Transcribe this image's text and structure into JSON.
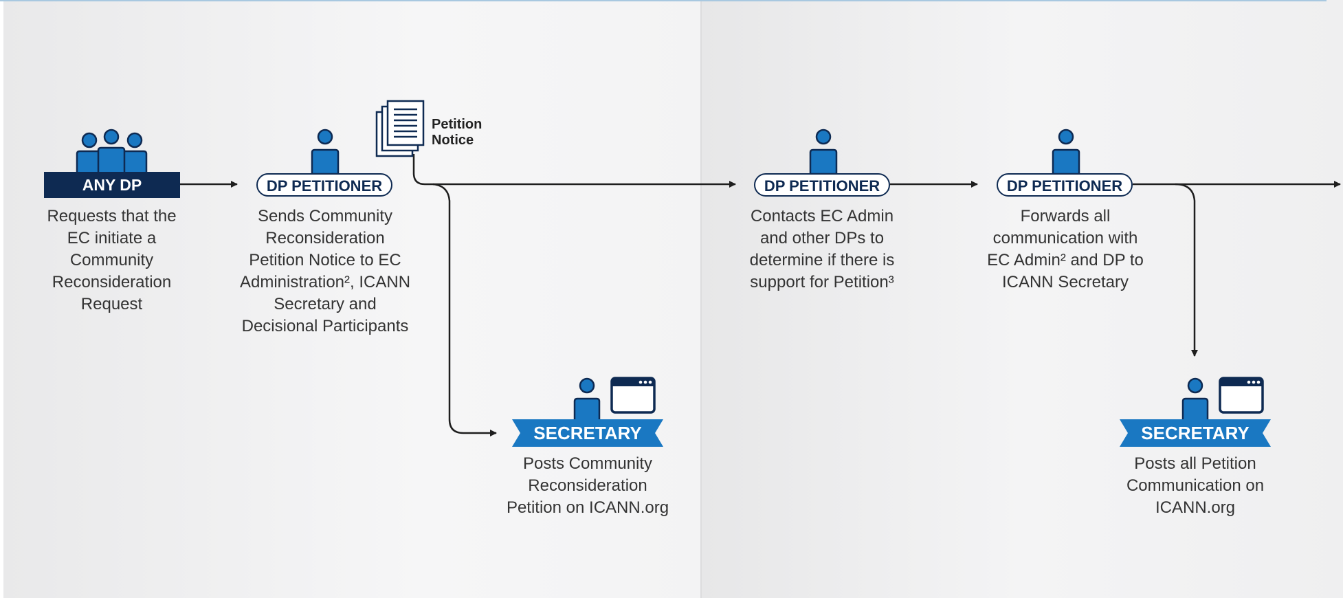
{
  "colors": {
    "navy": "#0e2a52",
    "blue": "#1a78c2",
    "arrow": "#1e1e1e"
  },
  "nodes": {
    "any_dp": {
      "role": "ANY DP",
      "description": "Requests that the\nEC initiate a\nCommunity\nReconsideration\nRequest"
    },
    "dp_petitioner_1": {
      "role": "DP PETITIONER",
      "description": "Sends Community\nReconsideration\nPetition Notice to EC\nAdministration², ICANN\nSecretary and\nDecisional Participants"
    },
    "petition_notice": {
      "label": "Petition\nNotice",
      "icon": "document-stack-icon"
    },
    "secretary_1": {
      "role": "SECRETARY",
      "description": "Posts Community\nReconsideration\nPetition on ICANN.org"
    },
    "dp_petitioner_2": {
      "role": "DP PETITIONER",
      "description": "Contacts EC Admin\nand other DPs to\ndetermine if there is\nsupport for Petition³"
    },
    "dp_petitioner_3": {
      "role": "DP PETITIONER",
      "description": "Forwards all\ncommunication  with\nEC Admin² and DP to\nICANN Secretary"
    },
    "secretary_2": {
      "role": "SECRETARY",
      "description": "Posts all Petition\nCommunication on\nICANN.org"
    }
  }
}
